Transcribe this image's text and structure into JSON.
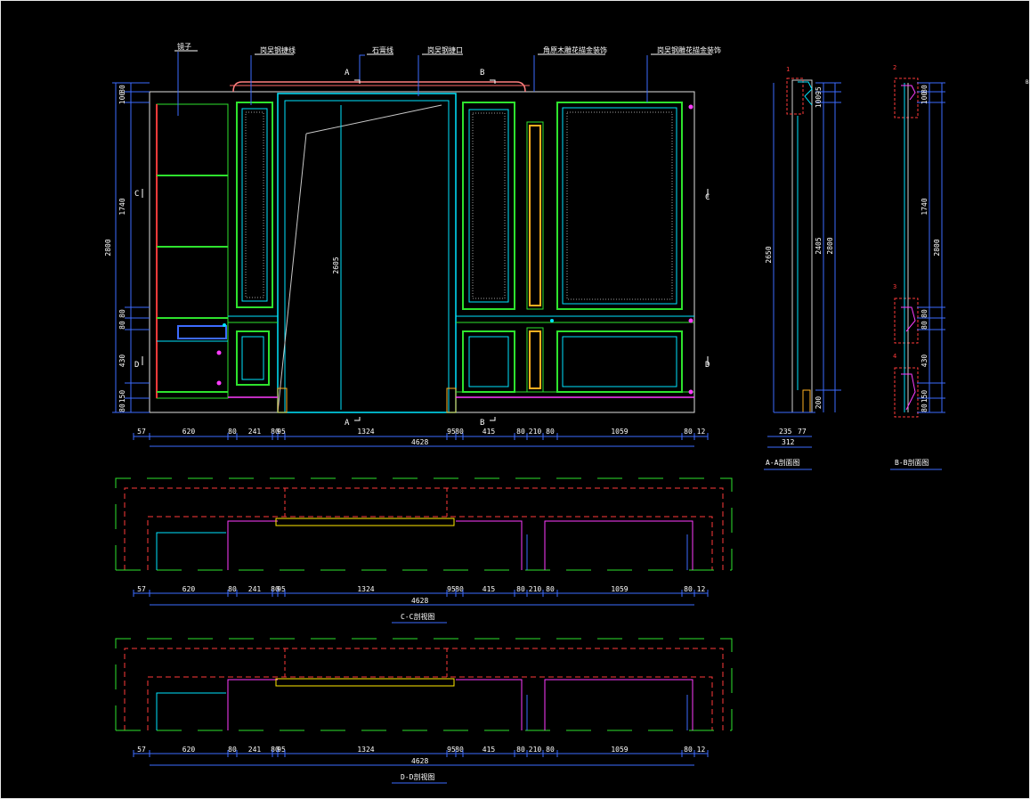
{
  "colors": {
    "background": "#000000",
    "white": "#ffffff",
    "cyan": "#00e5ff",
    "green": "#2ee22e",
    "yellow": "#ffe800",
    "magenta": "#ff3cff",
    "red": "#ff3a3a",
    "pink": "#ff8080",
    "blue": "#3d6bff",
    "orange": "#ffb020",
    "dim": "#7a7a7a"
  },
  "elevation": {
    "leaders": [
      "镜子",
      "岗吴钢捷线",
      "石膏线",
      "岗吴钢捷口",
      "角原木雕花描金装饰",
      "岗吴钢雕花描金装饰"
    ],
    "section_marks": {
      "a_top": "A",
      "b_top": "B",
      "a_bottom": "A",
      "b_bottom": "B"
    },
    "left_dims": [
      "80",
      "100",
      "1740",
      "80",
      "80",
      "430",
      "150",
      "80"
    ],
    "overall_height": "2800",
    "door_height": "2605",
    "cut_left": [
      "C",
      "D"
    ],
    "cut_right": [
      "C",
      "D"
    ]
  },
  "bottom_dims": [
    "57",
    "620",
    "80",
    "241",
    "80",
    "95",
    "1324",
    "95",
    "80",
    "415",
    "80",
    "210",
    "80",
    "1059",
    "80",
    "12"
  ],
  "overall_width": "4628",
  "section_aa": {
    "title": "A-A剖面图",
    "marker": "1",
    "dims_right": [
      "95",
      "100",
      "2405",
      "2800",
      "200"
    ],
    "dim_left": "2650",
    "dims_bottom": [
      "235",
      "77"
    ],
    "overall": "312"
  },
  "section_bb": {
    "title": "B-B剖面图",
    "markers": [
      "2",
      "3",
      "4"
    ],
    "dims_right": [
      "80",
      "100",
      "1740",
      "2800",
      "80",
      "80",
      "430",
      "150",
      "80"
    ]
  },
  "plan_cc": {
    "title": "C-C剖视图"
  },
  "plan_dd": {
    "title": "D-D剖视图"
  },
  "corner_text": "B"
}
